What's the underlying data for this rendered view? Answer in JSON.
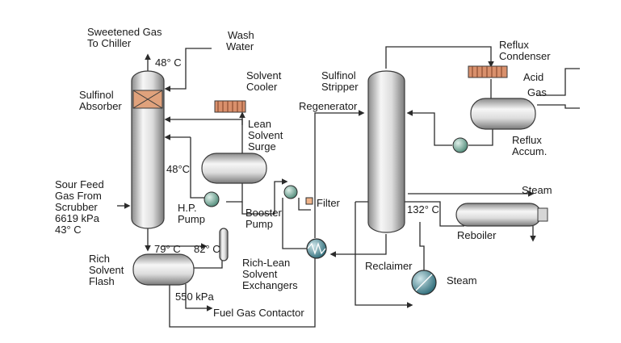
{
  "labels": {
    "sweetened_gas_1": "Sweetened Gas",
    "sweetened_gas_2": "To Chiller",
    "wash_water_1": "Wash",
    "wash_water_2": "Water",
    "temp_top_absorber": "48° C",
    "sulfinol_absorber_1": "Sulfinol",
    "sulfinol_absorber_2": "Absorber",
    "solvent_cooler_1": "Solvent",
    "solvent_cooler_2": "Cooler",
    "lean_surge_1": "Lean",
    "lean_surge_2": "Solvent",
    "lean_surge_3": "Surge",
    "temp_mid": "48°C",
    "sour_feed_1": "Sour Feed",
    "sour_feed_2": "Gas From",
    "sour_feed_3": "Scrubber",
    "sour_feed_4": "6619 kPa",
    "sour_feed_5": "43° C",
    "hp_pump_1": "H.P.",
    "hp_pump_2": "Pump",
    "booster_pump_1": "Booster",
    "booster_pump_2": "Pump",
    "filter": "Filter",
    "temp_79": "79° C",
    "temp_82": "82° C",
    "rich_flash_1": "Rich",
    "rich_flash_2": "Solvent",
    "rich_flash_3": "Flash",
    "rich_lean_1": "Rich-Lean",
    "rich_lean_2": "Solvent",
    "rich_lean_3": "Exchangers",
    "pressure_550": "550 kPa",
    "fuel_gas": "Fuel Gas Contactor",
    "regenerator": "Regenerator",
    "sulfinol_stripper_1": "Sulfinol",
    "sulfinol_stripper_2": "Stripper",
    "reflux_condenser_1": "Reflux",
    "reflux_condenser_2": "Condenser",
    "acid_gas_1": "Acid",
    "acid_gas_2": "Gas",
    "reflux_accum_1": "Reflux",
    "reflux_accum_2": "Accum.",
    "steam_top": "Steam",
    "temp_132": "132° C",
    "reboiler": "Reboiler",
    "reclaimer": "Reclaimer",
    "steam_bottom": "Steam"
  },
  "colors": {
    "line": "#2b2b2b",
    "vessel_fill_light": "#f4f4f4",
    "vessel_fill_dark": "#8c8c8c",
    "pump_fill": "#6fa08f",
    "exchanger_fill": "#3d7f8a",
    "cooler_fill": "#d9906c",
    "packing_fill": "#e0a27c"
  }
}
